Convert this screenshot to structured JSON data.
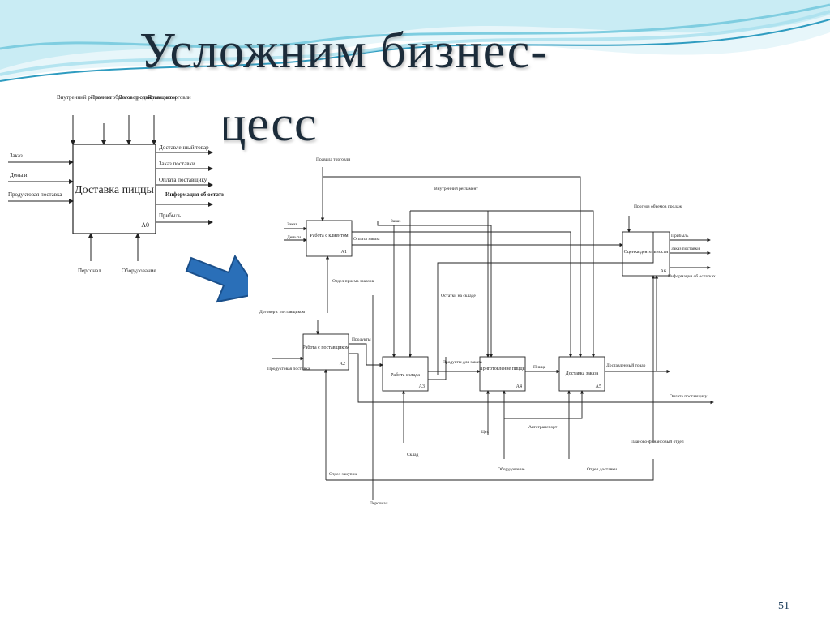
{
  "slide": {
    "title_line1": "Усложним бизнес-",
    "title_line2": "процесс",
    "page_number": "51"
  },
  "context_diagram": {
    "block_title": "Доставка пиццы",
    "block_id": "А0",
    "controls": [
      "Внутренний регламент",
      "Прогноз объемов продаж",
      "Договор с поставщиком",
      "Правила торговли"
    ],
    "inputs": [
      "Заказ",
      "Деньги",
      "Продуктовая поставка"
    ],
    "outputs": [
      "Доставленный товар",
      "Заказ поставки",
      "Оплата поставщику",
      "Информация об остатках",
      "Прибыль"
    ],
    "mechanisms": [
      "Персонал",
      "Оборудование"
    ]
  },
  "decomposition": {
    "blocks": [
      {
        "title": "Работа с клиентом",
        "id": "А1"
      },
      {
        "title": "Работа с поставщиком",
        "id": "А2"
      },
      {
        "title": "Работа склада",
        "id": "А3"
      },
      {
        "title": "Приготовление пиццы",
        "id": "А4"
      },
      {
        "title": "Доставка заказа",
        "id": "А5"
      },
      {
        "title": "Оценка деятельности",
        "id": "А6"
      }
    ],
    "labels": {
      "rules": "Правила торговли",
      "regulation": "Внутренний регламент",
      "forecast": "Прогноз объемов продаж",
      "order_in": "Заказ",
      "money_in": "Деньги",
      "order_mid": "Заказ",
      "payment_order": "Оплата заказа",
      "profit": "Прибыль",
      "supply_order": "Заказ поставки",
      "stock_info": "Информация об остатках",
      "order_dept": "Отдел приема заказов",
      "stock_left": "Остатки на складе",
      "contract": "Договор с поставщиком",
      "products": "Продукты",
      "product_supply": "Продуктовая поставка",
      "products_for_order": "Продукты для заказа",
      "pizza": "Пицца",
      "delivered": "Доставленный товар",
      "supplier_payment": "Оплата поставщику",
      "vehicles": "Автотранспорт",
      "planning_dept": "Планово-финансовый отдел",
      "cook": "Цех",
      "warehouse": "Склад",
      "purchase_dept": "Отдел закупок",
      "equipment": "Оборудование",
      "delivery_dept": "Отдел доставки",
      "staff": "Персонал"
    }
  },
  "colors": {
    "accent_arrow": "#2a6fb8",
    "wave_light": "#c9ecf4",
    "wave_mid": "#7fcde0",
    "wave_dark": "#2f9cc0",
    "title": "#1c2c3a"
  }
}
